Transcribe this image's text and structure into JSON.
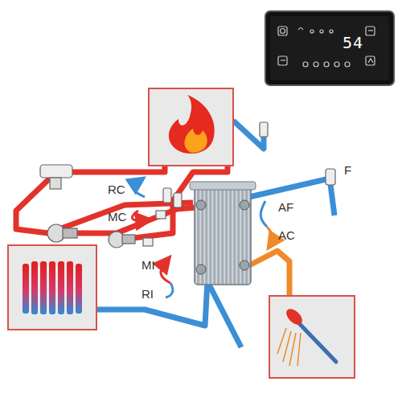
{
  "diagram": {
    "labels": [
      "54",
      "RC",
      "MC",
      "AF",
      "AC",
      "F",
      "MI",
      "RI"
    ]
  }
}
